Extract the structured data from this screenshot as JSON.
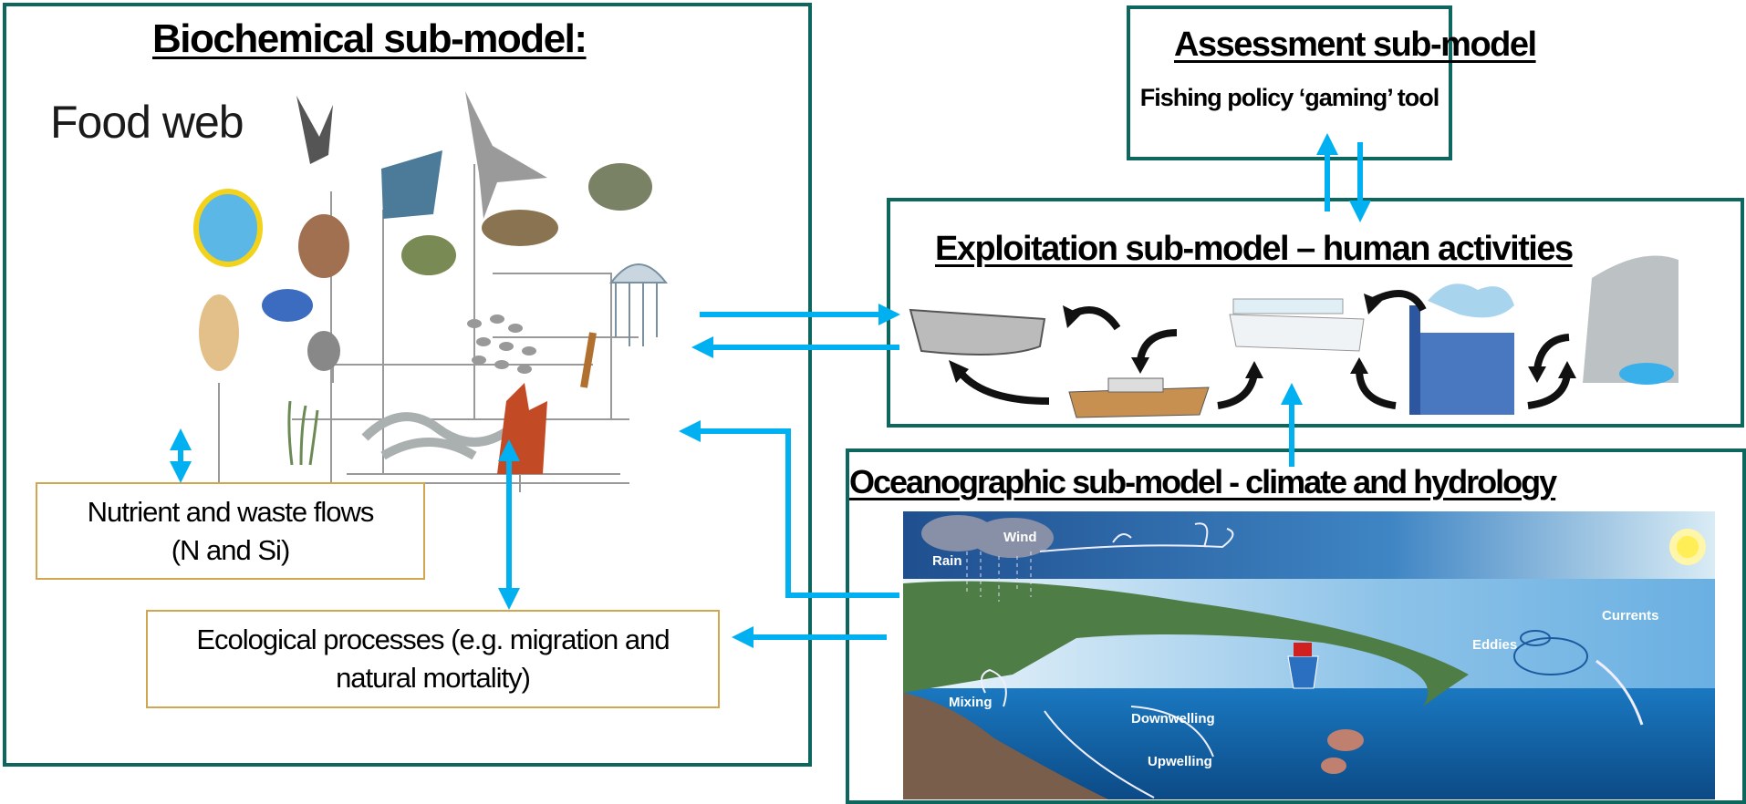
{
  "biochemical": {
    "title": "Biochemical sub-model:",
    "food_web_label": "Food web",
    "nutrient_box": "Nutrient and waste flows (N and Si)",
    "ecological_box": "Ecological processes (e.g. migration and natural mortality)"
  },
  "assessment": {
    "title": "Assessment sub-model",
    "subtitle": "Fishing policy ‘gaming’ tool"
  },
  "exploitation": {
    "title": "Exploitation sub-model – human activities"
  },
  "oceanographic": {
    "title": "Oceanographic sub-model - climate and hydrology",
    "labels": {
      "rain": "Rain",
      "wind": "Wind",
      "currents": "Currents",
      "eddies": "Eddies",
      "mixing": "Mixing",
      "downwelling": "Downwelling",
      "upwelling": "Upwelling"
    }
  },
  "colors": {
    "box_border": "#0d675e",
    "sub_box_border": "#d2a651",
    "arrow": "#00b0f0"
  }
}
